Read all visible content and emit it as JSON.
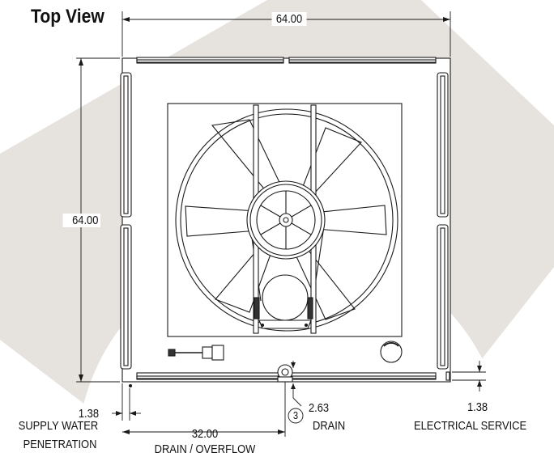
{
  "title": "Top View",
  "dimensions": {
    "overall_width": "64.00",
    "overall_depth": "64.00",
    "supply_water_offset": "1.38",
    "drain_overflow_offset": "32.00",
    "drain_offset": "2.63",
    "electrical_offset": "1.38"
  },
  "callouts": {
    "supply_water_line1": "SUPPLY WATER",
    "supply_water_line2": "PENETRATION",
    "drain_overflow": "DRAIN / OVERFLOW",
    "drain": "DRAIN",
    "electrical_service": "ELECTRICAL SERVICE",
    "balloon_number": "3"
  },
  "colors": {
    "background": "#ffffff",
    "watermark": "#e6e2dd",
    "line": "#1a1a1a"
  }
}
